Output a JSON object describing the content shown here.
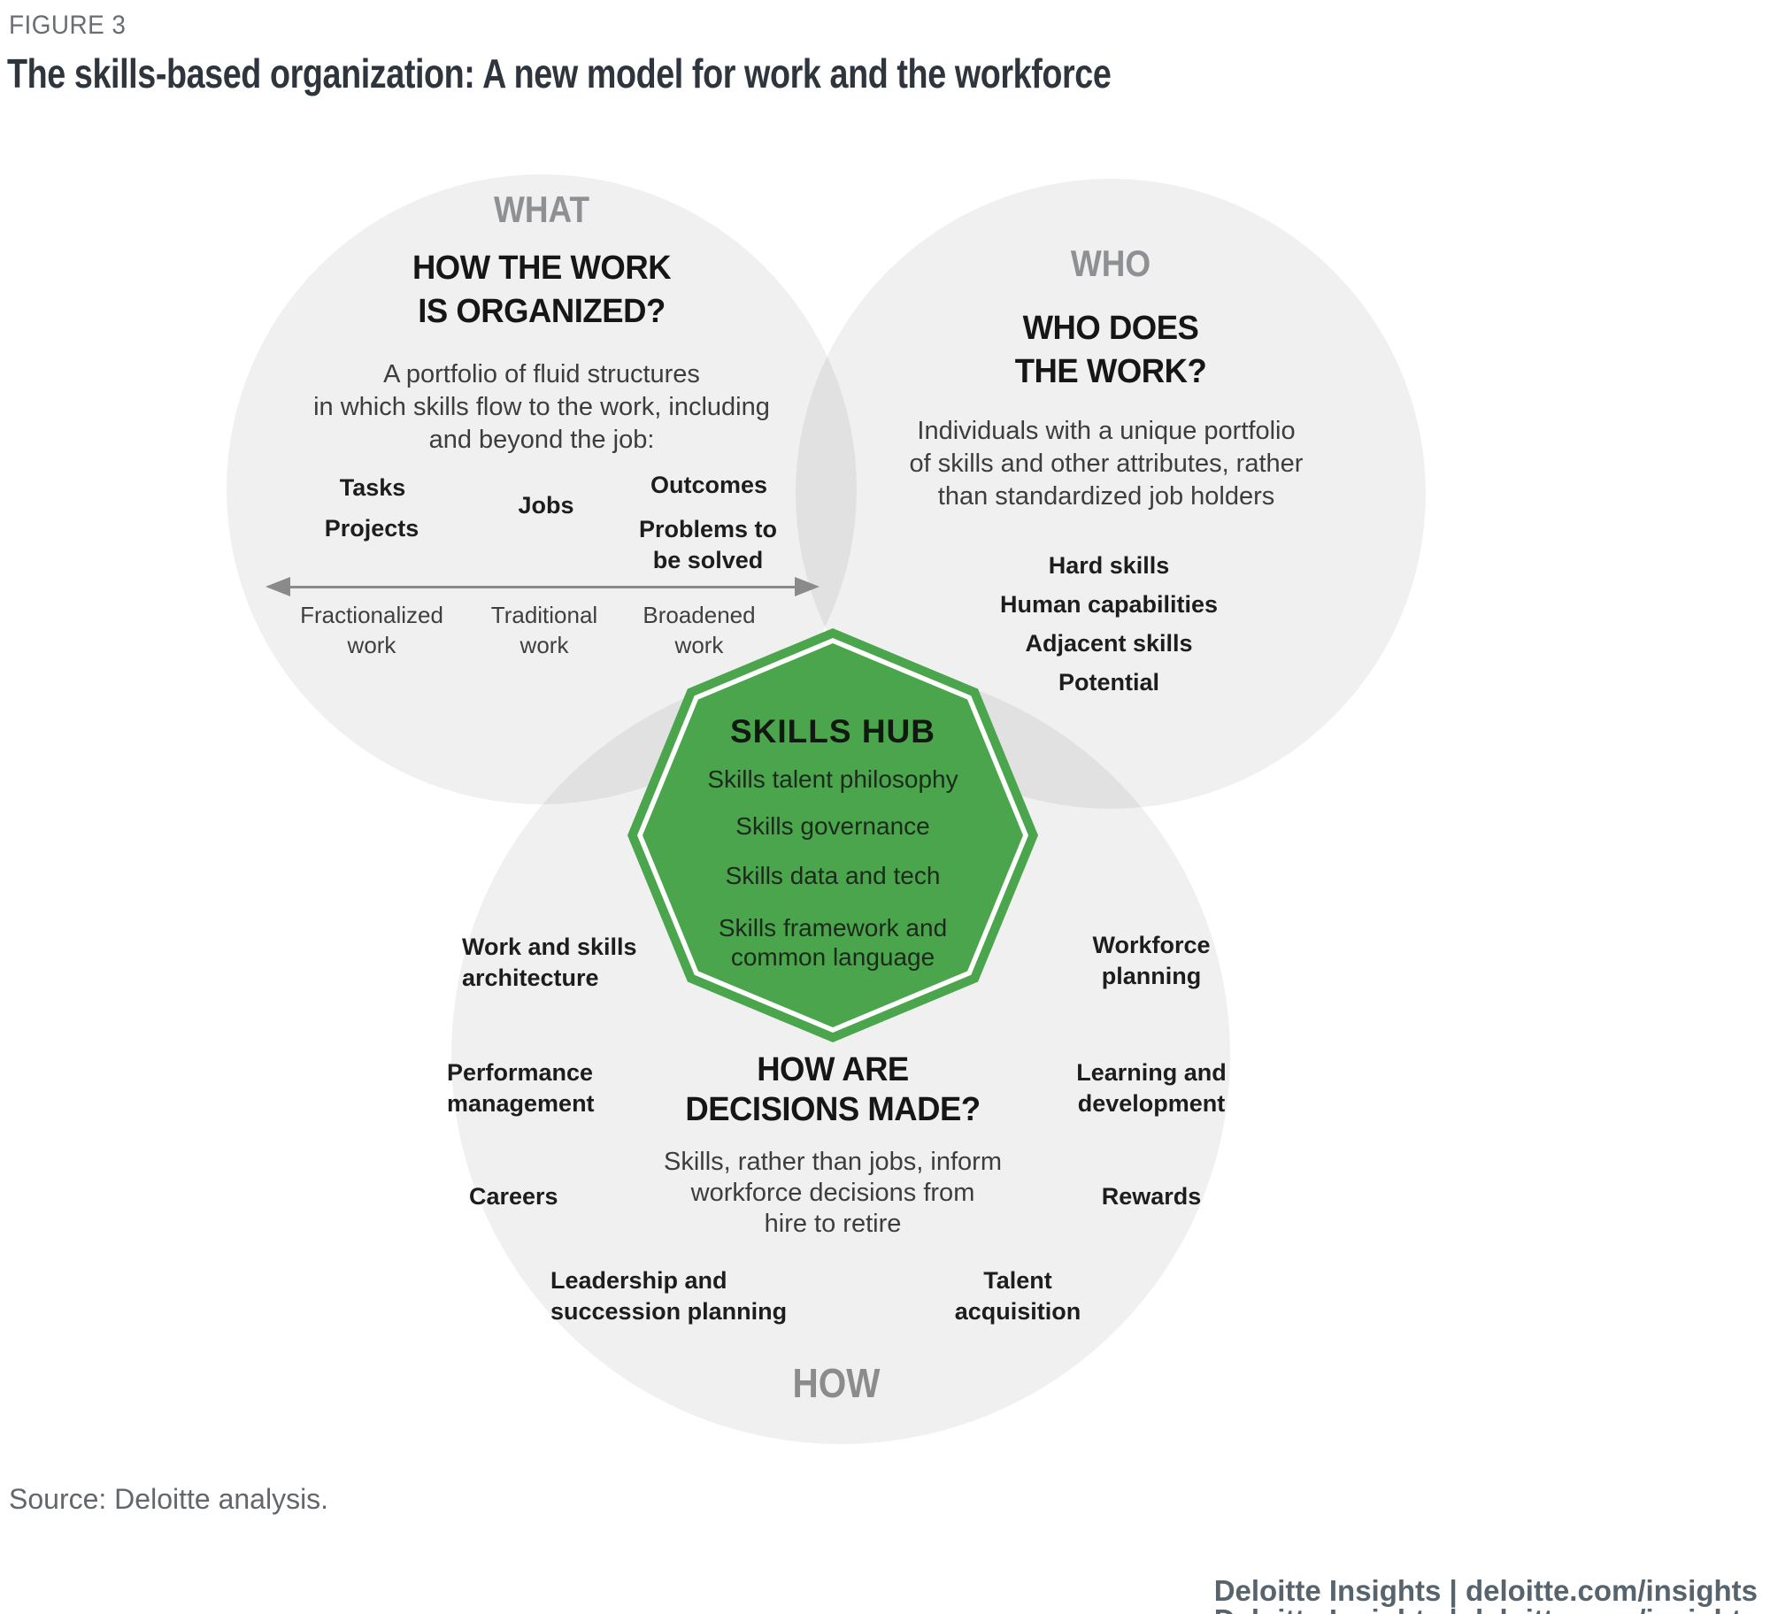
{
  "figure_label": "FIGURE 3",
  "title": "The skills-based organization: A new model for work and the workforce",
  "source": "Source: Deloitte analysis.",
  "footer": {
    "text": "Deloitte Insights | deloitte.com/insights"
  },
  "colors": {
    "hub_green": "#4aa54c",
    "circle_gray": "#f0f0f0",
    "section_label_gray": "#8e9093",
    "heading_dark": "#161616",
    "body_gray": "#3d3d3d",
    "arrow_gray": "#8a8a8a",
    "footer_gray_blue": "#57636d"
  },
  "what": {
    "label": "WHAT",
    "heading": [
      "HOW THE WORK",
      "IS ORGANIZED?"
    ],
    "body": [
      "A portfolio of fluid structures",
      "in which skills flow to the work, including",
      "and beyond the job:"
    ],
    "work_types": {
      "tasks": "Tasks",
      "projects": "Projects",
      "jobs": "Jobs",
      "outcomes": "Outcomes",
      "problems": [
        "Problems to",
        "be solved"
      ]
    },
    "spectrum": [
      [
        "Fractionalized",
        "work"
      ],
      [
        "Traditional",
        "work"
      ],
      [
        "Broadened",
        "work"
      ]
    ]
  },
  "who": {
    "label": "WHO",
    "heading": [
      "WHO DOES",
      "THE WORK?"
    ],
    "body": [
      "Individuals with a unique portfolio",
      "of skills and other attributes, rather",
      "than standardized job holders"
    ],
    "items": [
      "Hard skills",
      "Human capabilities",
      "Adjacent skills",
      "Potential"
    ]
  },
  "hub": {
    "title": "SKILLS HUB",
    "items": [
      "Skills talent philosophy",
      "Skills governance",
      "Skills data and tech"
    ],
    "last_item": [
      "Skills framework and",
      "common language"
    ]
  },
  "how": {
    "label": "HOW",
    "heading": [
      "HOW ARE",
      "DECISIONS MADE?"
    ],
    "body": [
      "Skills, rather than jobs, inform",
      "workforce decisions from",
      "hire to retire"
    ],
    "left_items": [
      [
        "Work and skills",
        "architecture"
      ],
      [
        "Performance",
        "management"
      ],
      [
        "Careers"
      ]
    ],
    "right_items": [
      [
        "Workforce",
        "planning"
      ],
      [
        "Learning and",
        "development"
      ],
      [
        "Rewards"
      ]
    ],
    "bottom_items": [
      [
        "Leadership and",
        "succession planning"
      ],
      [
        "Talent",
        "acquisition"
      ]
    ]
  }
}
